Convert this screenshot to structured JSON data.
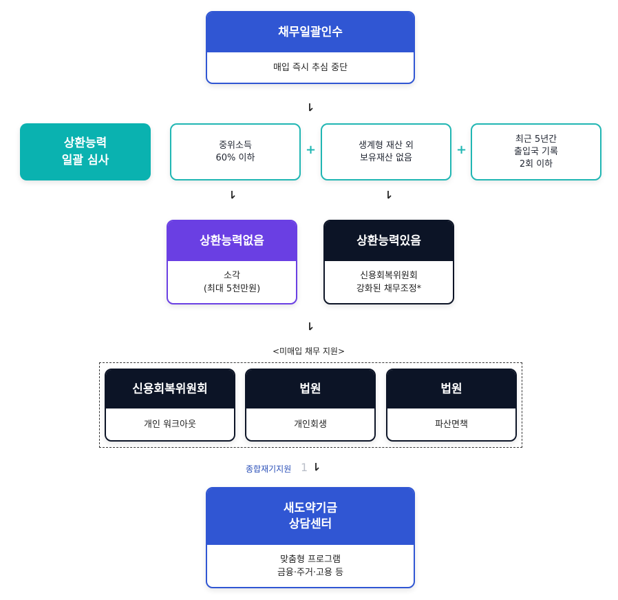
{
  "top": {
    "title": "채무일괄인수",
    "body": "매입 즉시 추심 중단"
  },
  "review": {
    "label": "상환능력\n일괄 심사"
  },
  "criteria": [
    {
      "text": "중위소득\n60% 이하"
    },
    {
      "text": "생계형 재산 외\n보유재산 없음"
    },
    {
      "text": "최근 5년간\n출입국 기록\n2회 이하"
    }
  ],
  "plus_symbol": "+",
  "no_ability": {
    "title": "상환능력없음",
    "body": "소각\n(최대 5천만원)"
  },
  "has_ability": {
    "title": "상환능력있음",
    "body": "신용회복위원회\n강화된 채무조정*"
  },
  "support_label": "<미매입 채무 지원>",
  "support": [
    {
      "title": "신용회복위원회",
      "body": "개인 워크아웃"
    },
    {
      "title": "법원",
      "body": "개인회생"
    },
    {
      "title": "법원",
      "body": "파산면책"
    }
  ],
  "comprehensive": {
    "label": "종합재기지원",
    "number": "1"
  },
  "center": {
    "title": "새도약기금\n상담센터",
    "body": "맞춤형 프로그램\n금융·주거·고용 등"
  },
  "colors": {
    "blue": "#3056d3",
    "teal": "#0ab2b0",
    "purple": "#6a3fe3",
    "navy": "#0c1426"
  }
}
